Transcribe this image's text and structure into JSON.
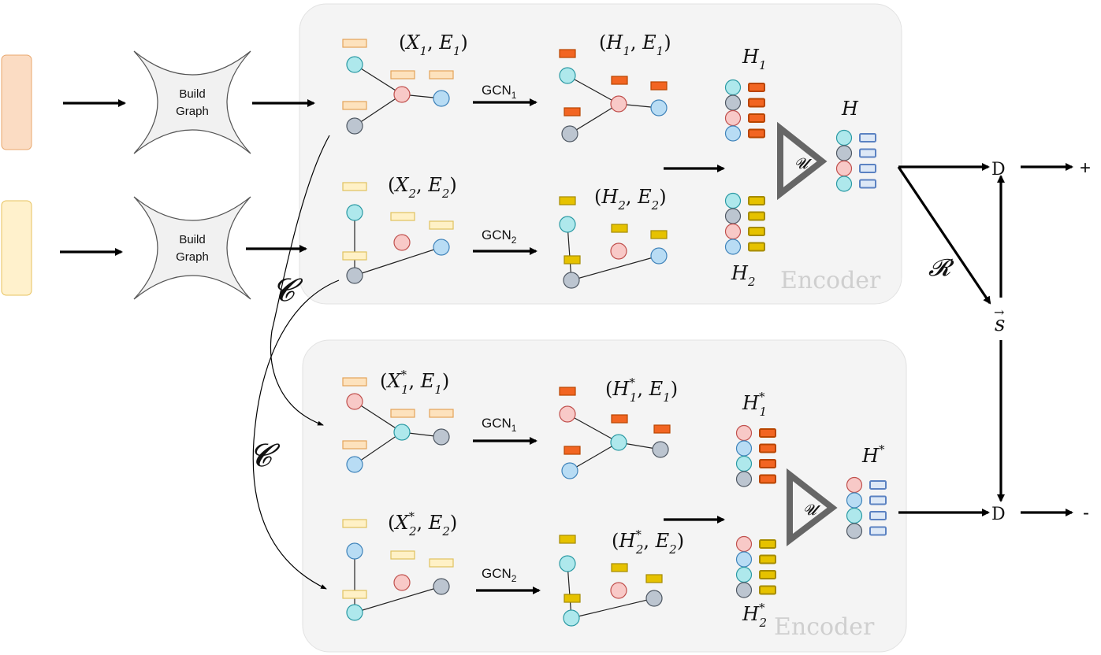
{
  "colors": {
    "panel": "#f4f4f4",
    "panel_stroke": "#e2e2e2",
    "input_1": "#fbdcc3",
    "input_1_stroke": "#e8a76d",
    "input_2": "#fff1cc",
    "input_2_stroke": "#e7c25e",
    "node_cyan": "#aee8ec",
    "node_cyan_stroke": "#2b9aa4",
    "node_blue": "#b8dcf4",
    "node_blue_stroke": "#3f83ba",
    "node_pink": "#f8c9c7",
    "node_pink_stroke": "#c0504d",
    "node_gray": "#bcc5d0",
    "node_gray_stroke": "#4f5863",
    "raw_feature_orange": "#fde2bd",
    "raw_feature_orange_stroke": "#e3a359",
    "raw_feature_yellow": "#fff1c6",
    "raw_feature_yellow_stroke": "#e0c25e",
    "hidden_orange": "#f26522",
    "hidden_orange_stroke": "#b84500",
    "hidden_yellow": "#e6c200",
    "hidden_yellow_stroke": "#a58b00",
    "summary_blue": "#dde8f6",
    "summary_blue_stroke": "#5b82c2",
    "pooling_stroke": "#666666",
    "watermark": "#cfcfcf"
  },
  "build_graph": {
    "top": [
      "Build",
      "Graph"
    ],
    "bottom": [
      "Build",
      "Graph"
    ]
  },
  "encoder_label": "Encoder",
  "gcn": {
    "gcn1": {
      "base": "GCN",
      "sub": "1"
    },
    "gcn2": {
      "base": "GCN",
      "sub": "2"
    }
  },
  "positive": {
    "graph1_input": {
      "var": "X",
      "sub": "1",
      "sup": "",
      "edge_var": "E",
      "edge_sub": "1"
    },
    "graph2_input": {
      "var": "X",
      "sub": "2",
      "sup": "",
      "edge_var": "E",
      "edge_sub": "2"
    },
    "graph1_output": {
      "var": "H",
      "sub": "1",
      "sup": "",
      "edge_var": "E",
      "edge_sub": "1"
    },
    "graph2_output": {
      "var": "H",
      "sub": "2",
      "sup": "",
      "edge_var": "E",
      "edge_sub": "2"
    },
    "h1": {
      "var": "H",
      "sub": "1",
      "sup": ""
    },
    "h2": {
      "var": "H",
      "sub": "2",
      "sup": ""
    },
    "combined": {
      "var": "H",
      "sup": ""
    }
  },
  "negative": {
    "graph1_input": {
      "var": "X",
      "sub": "1",
      "sup": "*",
      "edge_var": "E",
      "edge_sub": "1"
    },
    "graph2_input": {
      "var": "X",
      "sub": "2",
      "sup": "*",
      "edge_var": "E",
      "edge_sub": "2"
    },
    "graph1_output": {
      "var": "H",
      "sub": "1",
      "sup": "*",
      "edge_var": "E",
      "edge_sub": "1"
    },
    "graph2_output": {
      "var": "H",
      "sub": "2",
      "sup": "*",
      "edge_var": "E",
      "edge_sub": "2"
    },
    "h1": {
      "var": "H",
      "sub": "1",
      "sup": "*"
    },
    "h2": {
      "var": "H",
      "sub": "2",
      "sup": "*"
    },
    "combined": {
      "var": "H",
      "sup": "*"
    }
  },
  "pooling_symbol": "𝓤",
  "corruption_symbol": "𝓒",
  "readout_symbol": "𝓡",
  "summary_symbol": "s",
  "summary_vector_mark": "→",
  "discriminator": "D",
  "positive_output": "+",
  "negative_output": "-",
  "node_colors_input_pos": [
    "cyan",
    "pink",
    "blue",
    "gray"
  ],
  "node_colors_h_pos": [
    "cyan",
    "gray",
    "pink",
    "blue"
  ],
  "node_colors_h2_pos": [
    "cyan",
    "gray",
    "pink",
    "blue"
  ],
  "node_colors_H_pos": [
    "cyan",
    "gray",
    "pink",
    "cyan"
  ],
  "node_colors_h1_neg": [
    "pink",
    "blue",
    "cyan",
    "gray"
  ],
  "node_colors_h2_neg": [
    "pink",
    "blue",
    "cyan",
    "gray"
  ],
  "node_colors_H_neg": [
    "pink",
    "blue",
    "cyan",
    "gray"
  ]
}
